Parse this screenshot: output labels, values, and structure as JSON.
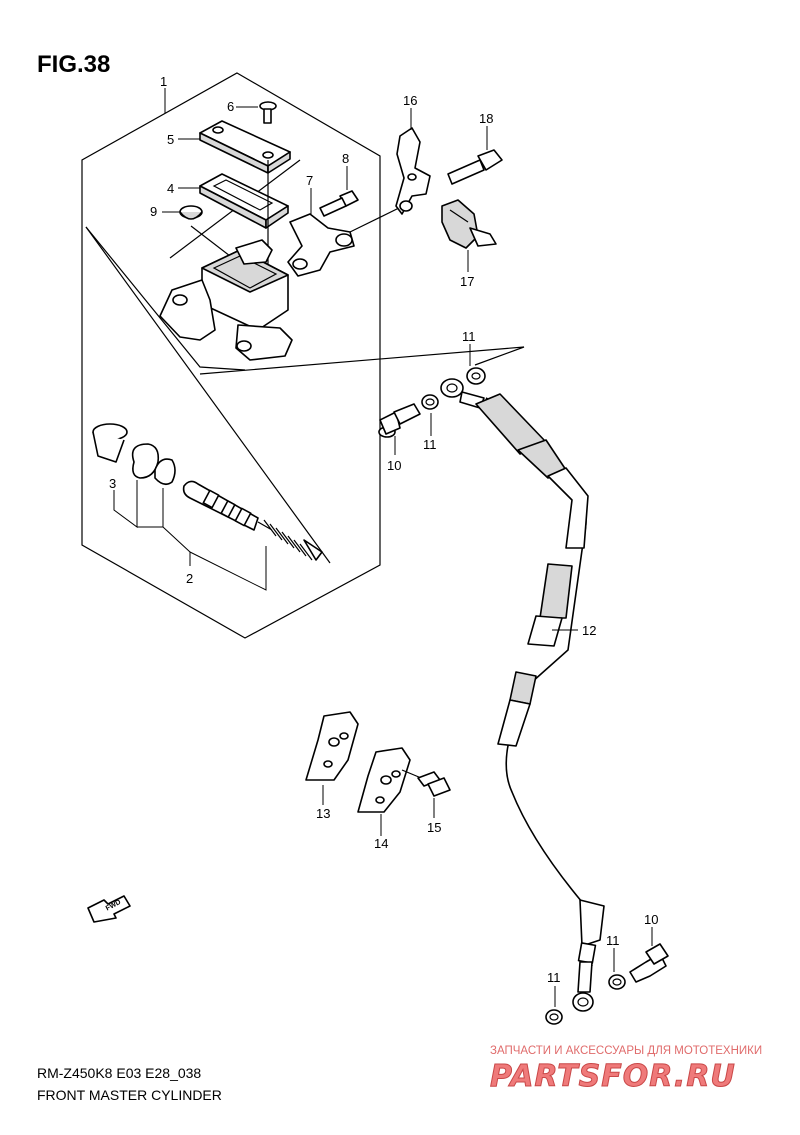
{
  "figure": {
    "title": "FIG.38",
    "model_code": "RM-Z450K8 E03 E28_038",
    "caption": "FRONT MASTER CYLINDER"
  },
  "fwd_label": "FWD",
  "callouts": [
    "1",
    "6",
    "5",
    "8",
    "7",
    "4",
    "9",
    "16",
    "18",
    "17",
    "11",
    "11",
    "10",
    "3",
    "2",
    "12",
    "13",
    "14",
    "15",
    "10",
    "11",
    "11"
  ],
  "watermark": {
    "top_text": "ЗАПЧАСТИ И АКСЕССУАРЫ ДЛЯ МОТОТЕХНИКИ",
    "logo_text": "PARTSFOR.RU"
  }
}
